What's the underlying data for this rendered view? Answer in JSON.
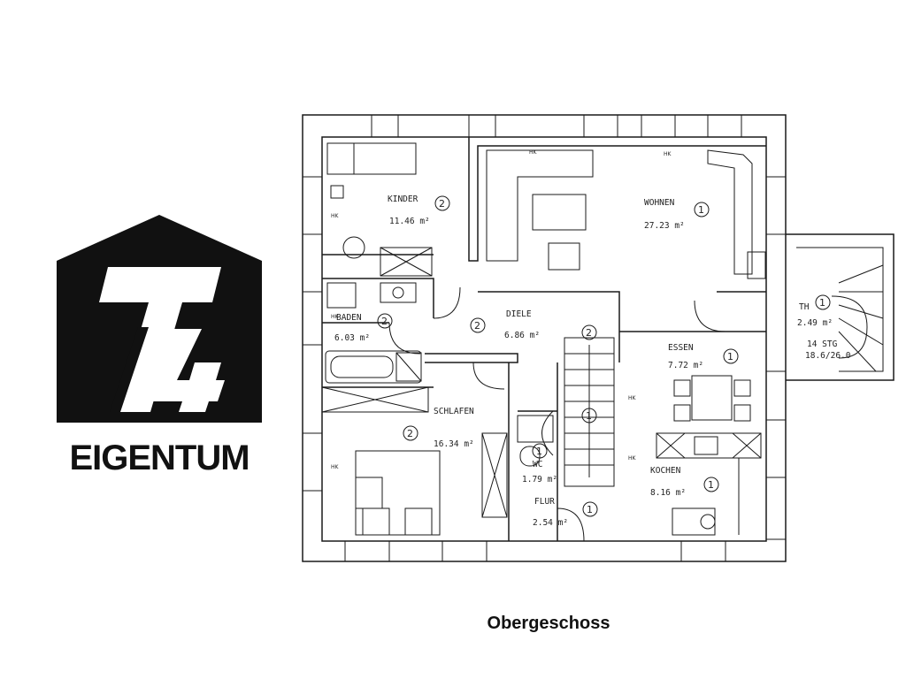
{
  "logo": {
    "text": "EIGENTUM",
    "mark": "T4"
  },
  "caption": "Obergeschoss",
  "plan": {
    "rooms": [
      {
        "name": "KINDER",
        "area": "11.46 m²",
        "unit": "2"
      },
      {
        "name": "WOHNEN",
        "area": "27.23 m²",
        "unit": "1"
      },
      {
        "name": "BADEN",
        "area": "6.03 m²",
        "unit": "2"
      },
      {
        "name": "DIELE",
        "area": "6.86 m²",
        "unit": "2"
      },
      {
        "name": "TH",
        "area": "2.49 m²",
        "unit": "1"
      },
      {
        "name": "ESSEN",
        "area": "7.72 m²",
        "unit": "1"
      },
      {
        "name": "SCHLAFEN",
        "area": "16.34 m²",
        "unit": "2"
      },
      {
        "name": "WC",
        "area": "1.79 m²",
        "unit": "1"
      },
      {
        "name": "KOCHEN",
        "area": "8.16 m²",
        "unit": "1"
      },
      {
        "name": "FLUR",
        "area": "2.54 m²",
        "unit": "1"
      }
    ],
    "stair_label": "14 STG",
    "stair_dim": "18.6/26.0",
    "stair_unit": "2",
    "stair_unit2": "1",
    "heater": "HK"
  }
}
